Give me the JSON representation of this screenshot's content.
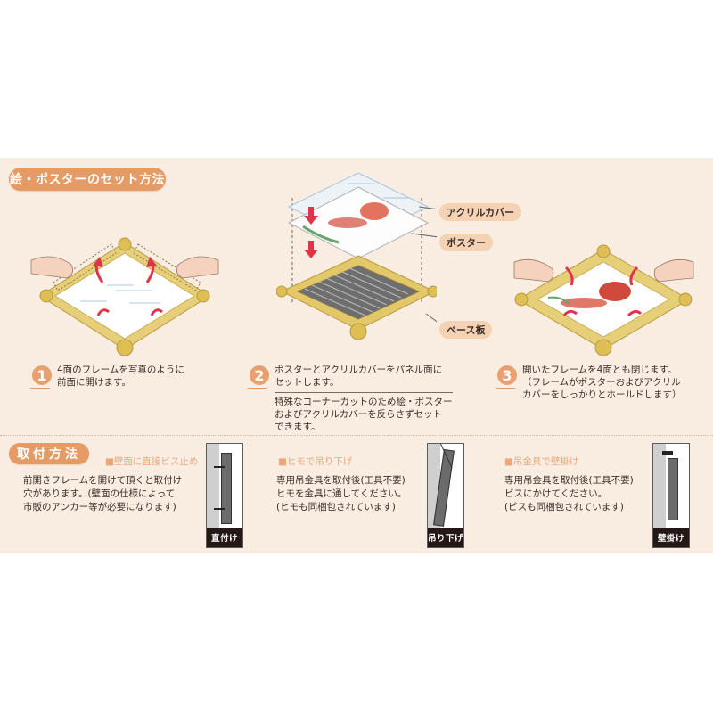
{
  "set_section": {
    "title": "絵・ポスターのセット方法",
    "labels": {
      "acrylic_cover": "アクリルカバー",
      "poster": "ポスター",
      "base_board": "ベース板"
    },
    "steps": [
      {
        "number": "1",
        "lines": [
          "4面のフレームを写真のように",
          "前面に開けます。"
        ]
      },
      {
        "number": "2",
        "lines": [
          "ポスターとアクリルカバーをパネル面に",
          "セットします。"
        ],
        "note_lines": [
          "特殊なコーナーカットのため絵・ポスター",
          "およびアクリルカバーを反らさずセット",
          "できます。"
        ]
      },
      {
        "number": "3",
        "lines": [
          "開いたフレームを4面とも閉じます。",
          "（フレームがポスターおよびアクリル",
          "カバーをしっかりとホールドします）"
        ]
      }
    ]
  },
  "mount_section": {
    "title": "取付方法",
    "methods": [
      {
        "heading": "■壁面に直接ビス止め",
        "lines": [
          "前開きフレームを開けて頂くと取付け",
          "穴があります。(壁面の仕様によって",
          "市販のアンカー等が必要になります)"
        ],
        "figure_caption": "直付け"
      },
      {
        "heading": "■ヒモで吊り下げ",
        "lines": [
          "専用吊金具を取付後(工具不要)",
          "ヒモを金具に通してください。",
          "(ヒモも同梱包されています)"
        ],
        "figure_caption": "吊り下げ"
      },
      {
        "heading": "■吊金具で壁掛け",
        "lines": [
          "専用吊金具を取付後(工具不要)",
          "ビスにかけてください。",
          "(ビスも同梱包されています)"
        ],
        "figure_caption": "壁掛け"
      }
    ]
  },
  "colors": {
    "panel_bg": "#f9ece1",
    "accent_orange": "#e59b66",
    "label_pill": "#f5d2b4",
    "frame_gold": "#e3c86a",
    "arrow_red": "#e0344a",
    "caption_bg": "#231815"
  }
}
